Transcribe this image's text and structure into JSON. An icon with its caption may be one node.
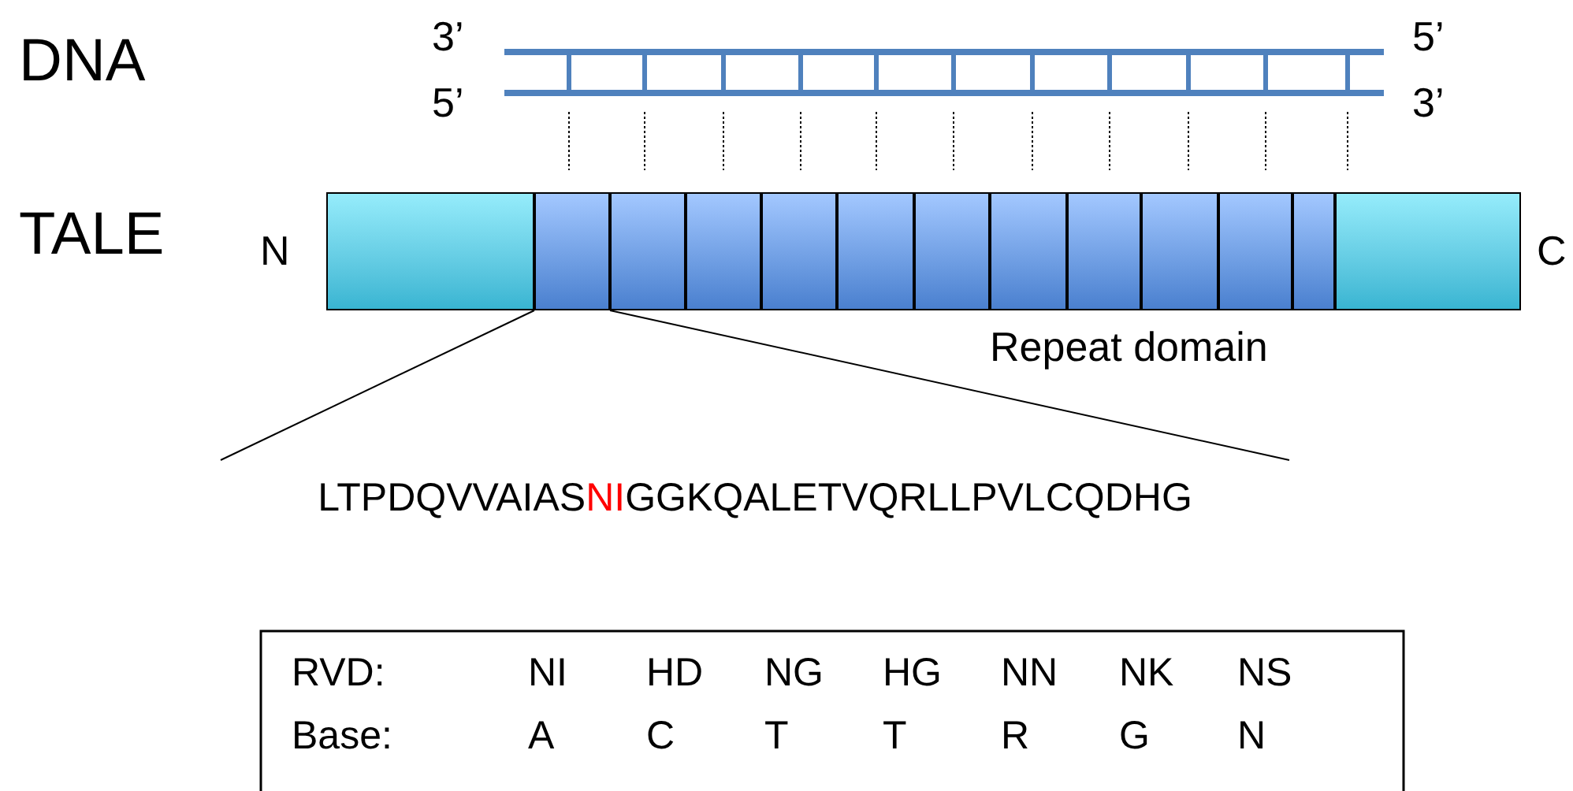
{
  "diagram": {
    "nodes": [
      {
        "text": [],
        "shape": "box",
        "beside": [
          "N"
        ]
      },
      {
        "text": [],
        "shape": "box"
      },
      {
        "text": [],
        "shape": "box"
      },
      {
        "text": [],
        "shape": "box"
      },
      {
        "text": [],
        "shape": "box"
      },
      {
        "text": [],
        "shape": "box"
      },
      {
        "text": [],
        "shape": "box"
      },
      {
        "text": [],
        "shape": "box"
      },
      {
        "text": [],
        "shape": "box"
      },
      {
        "text": [],
        "shape": "box"
      },
      {
        "text": [],
        "shape": "box"
      },
      {
        "text": [],
        "shape": "box"
      },
      {
        "text": [],
        "shape": "box",
        "beside": [
          "C"
        ]
      },
      {
        "text": [
          "LTPDQVVAIAS**NI**GGKQALETVQRLLPVLCQDHG"
        ]
      }
    ],
    "edges": [
      {
        "from": 1,
        "to": 13,
        "arrow": "none"
      },
      {
        "from": 1,
        "to": 13,
        "arrow": "none"
      }
    ],
    "labels": [
      "DNA",
      "3’",
      "5’",
      "5’",
      "3’",
      "TALE",
      "Repeat domain",
      "RVD:",
      "NI",
      "HD",
      "NG",
      "HG",
      "NN",
      "NK",
      "NS",
      "Base:",
      "A",
      "C",
      "T",
      "T",
      "R",
      "G",
      "N"
    ]
  }
}
